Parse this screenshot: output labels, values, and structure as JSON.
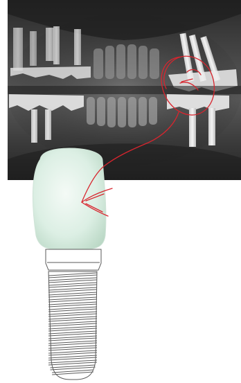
{
  "image": {
    "subject": "dental-implant-illustration",
    "panels": [
      "panoramic-dental-xray",
      "implant-crown-diagram"
    ],
    "annotation": "red-hand-drawn-circle-and-arrow",
    "colors": {
      "xray_dark": "#1a1a1a",
      "xray_mid": "#6f6f6f",
      "restoration": "#e8e8e8",
      "crown_fill": "#dcefe4",
      "crown_shadow": "#b9d7c4",
      "implant_line": "#5a5a5a",
      "annotation_red": "#d8252e"
    }
  }
}
